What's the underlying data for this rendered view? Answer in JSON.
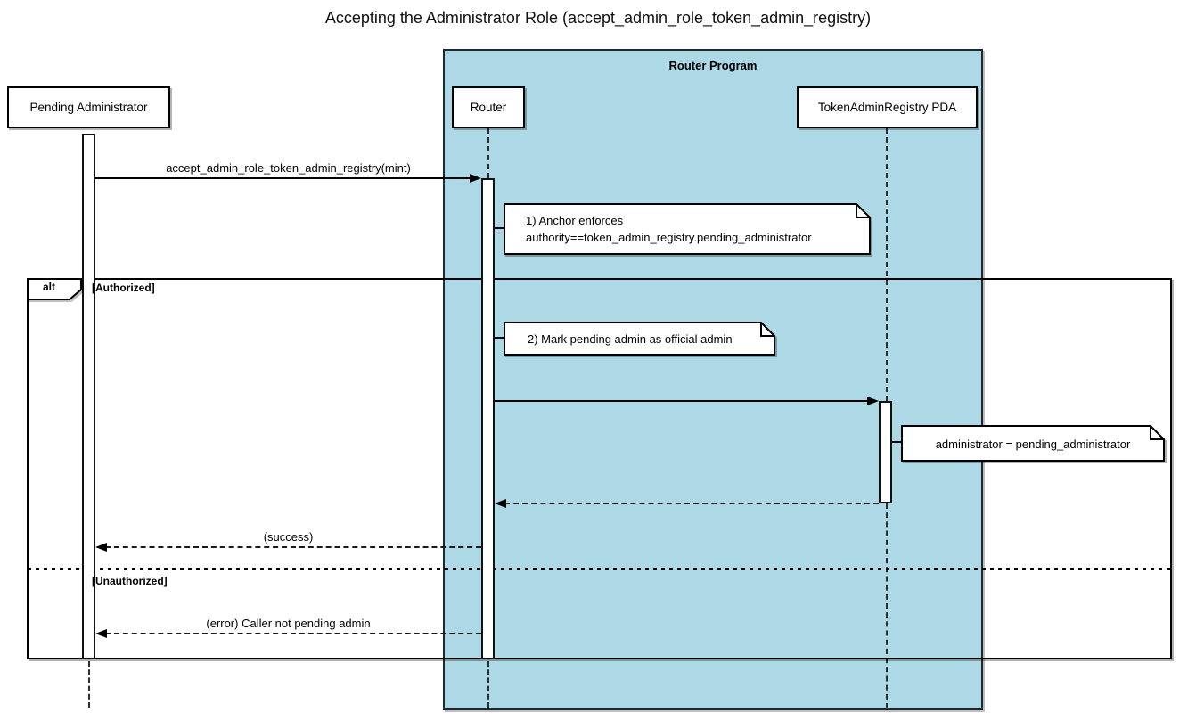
{
  "diagram": {
    "title": "Accepting the Administrator Role (accept_admin_role_token_admin_registry)"
  },
  "container": {
    "label": "Router Program",
    "fill_color": "#add8e6"
  },
  "participants": {
    "pending_admin": "Pending Administrator",
    "router": "Router",
    "registry_pda": "TokenAdminRegistry PDA"
  },
  "messages": {
    "call": "accept_admin_role_token_admin_registry(mint)",
    "success": "(success)",
    "error": "(error) Caller not pending admin"
  },
  "notes": {
    "note1_line1": "1) Anchor enforces",
    "note1_line2": "authority==token_admin_registry.pending_administrator",
    "note2": "2) Mark pending admin as official admin",
    "note3": "administrator = pending_administrator"
  },
  "alt": {
    "operator": "alt",
    "guard_authorized": "[Authorized]",
    "guard_unauthorized": "[Unauthorized]"
  }
}
